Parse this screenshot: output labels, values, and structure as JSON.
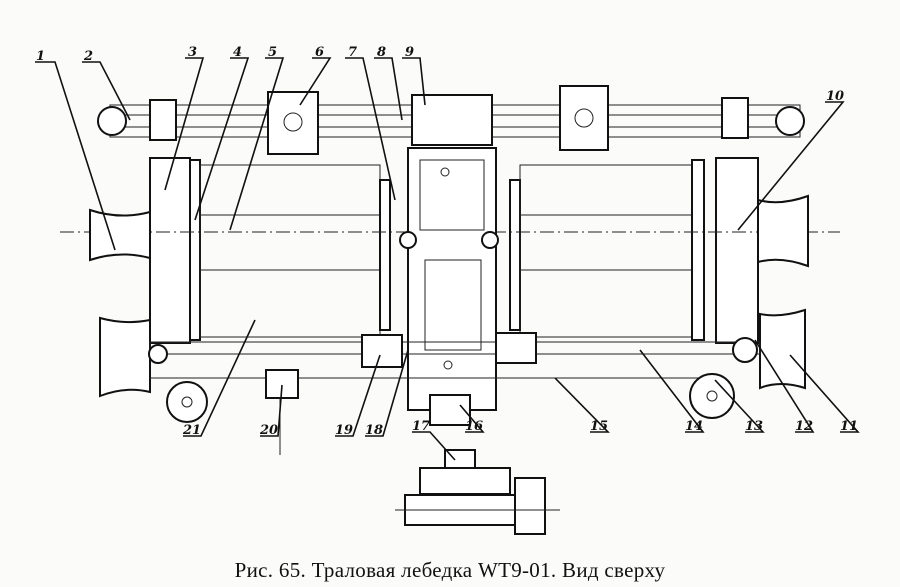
{
  "figure": {
    "caption": "Рис. 65. Траловая лебедка WT9-01. Вид сверху",
    "callouts": [
      "1",
      "2",
      "3",
      "4",
      "5",
      "6",
      "7",
      "8",
      "9",
      "10",
      "11",
      "12",
      "13",
      "14",
      "15",
      "16",
      "17",
      "18",
      "19",
      "20",
      "21"
    ]
  }
}
